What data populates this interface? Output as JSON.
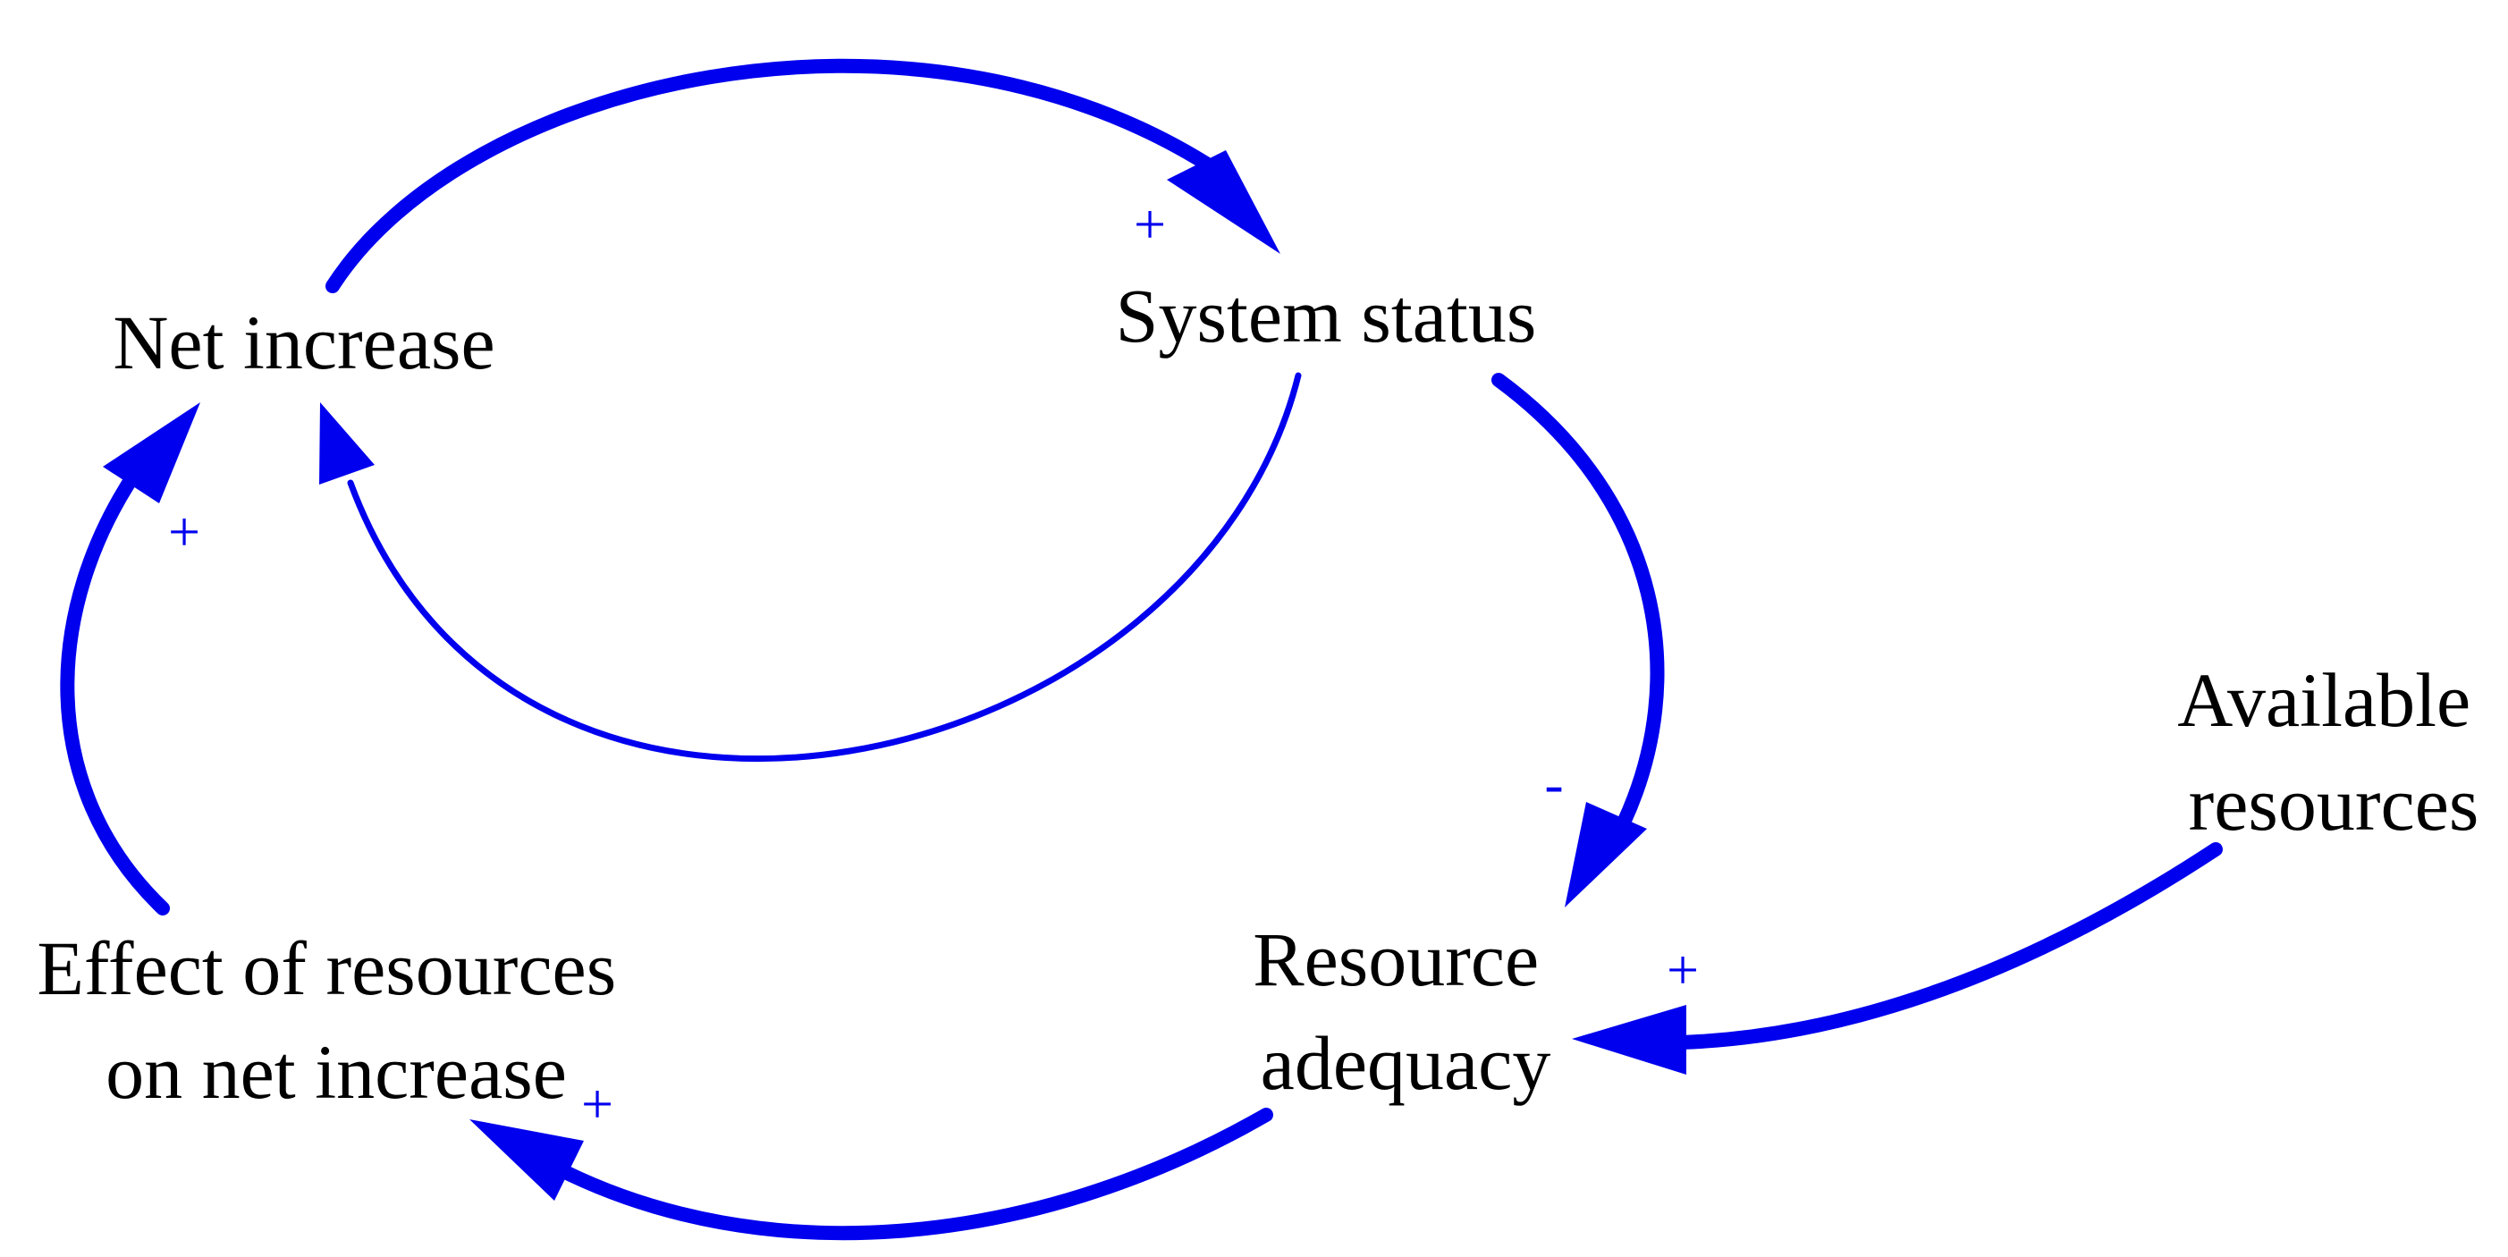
{
  "colors": {
    "link": "#0000ee",
    "text": "#000000",
    "background": "#ffffff"
  },
  "nodes": {
    "net_increase": "Net increase",
    "system_status": "System status",
    "available_resources": [
      "Available",
      "resources"
    ],
    "resource_adequacy": [
      "Resource",
      "adequacy"
    ],
    "effect_of_resources": [
      "Effect of resources",
      "on net increase"
    ]
  },
  "polarities": {
    "net_increase_to_system_status": "+",
    "system_status_to_resource_adequacy": "-",
    "available_resources_to_resource_adequacy": "+",
    "resource_adequacy_to_effect": "+",
    "effect_to_net_increase": "+"
  }
}
